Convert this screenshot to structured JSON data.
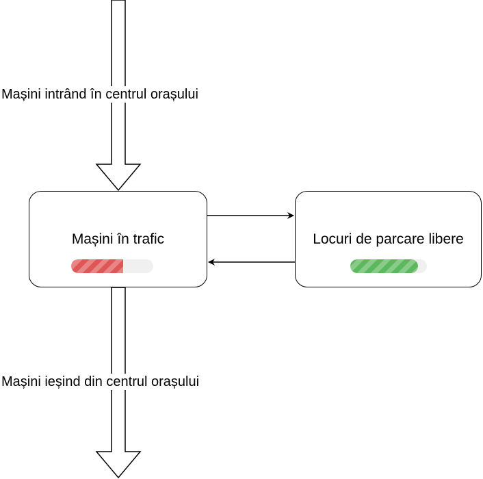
{
  "flows": {
    "inflow_label": "Mașini intrând în centrul orașului",
    "outflow_label": "Mașini ieșind din centrul orașului"
  },
  "nodes": [
    {
      "label": "Mașini în trafic",
      "level_percent": 63,
      "bar_color": "#e05656"
    },
    {
      "label": "Locuri de parcare libere",
      "level_percent": 88,
      "bar_color": "#5cb85c"
    }
  ]
}
